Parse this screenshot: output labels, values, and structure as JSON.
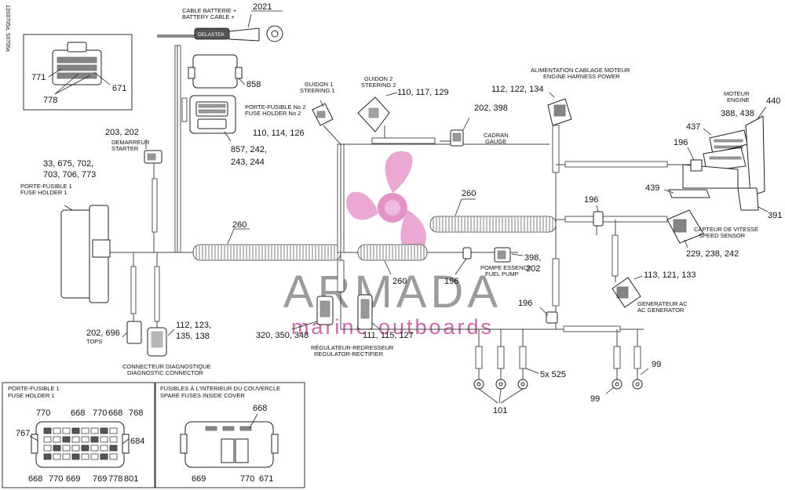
{
  "ref": "13S0705a, S0706a",
  "watermark": {
    "brand": "ARMADA",
    "tagline": "marine outboards",
    "pink": "#e07fbf",
    "gray": "#8a8a8a"
  },
  "labels": {
    "battery_fr": "CABLE BATTERIE +",
    "battery_en": "BATTERY CABLE +",
    "delastek": "DELASTEK",
    "fuse2_fr": "PORTE-FUSIBLE No 2",
    "fuse2_en": "FUSE HOLDER No 2",
    "guidon1_fr": "GUIDON 1",
    "guidon1_en": "STEERING 1",
    "guidon2_fr": "GUIDON 2",
    "guidon2_en": "STEERING 2",
    "cadran_fr": "CADRAN",
    "cadran_en": "GAUGE",
    "alim_fr": "ALIMENTATION CABLAGE MOTEUR",
    "alim_en": "ENGINE HARNESS POWER",
    "moteur_fr": "MOTEUR",
    "moteur_en": "ENGINE",
    "demarreur_fr": "DEMARREUR",
    "demarreur_en": "STARTER",
    "fuse1_fr": "PORTE-FUSIBLE 1",
    "fuse1_en": "FUSE HOLDER 1",
    "pompe_fr": "POMPE ESSENCE",
    "pompe_en": "FUEL PUMP",
    "capteur_fr": "CAPTEUR DE VITESSE",
    "capteur_en": "SPEED SENSOR",
    "gen_fr": "GENERATEUR AC",
    "gen_en": "AC GENERATOR",
    "tops": "TOPS",
    "diag_fr": "CONNECTEUR DIAGNOSTIQUE",
    "diag_en": "DIAGNOSTIC CONNECTOR",
    "reg_fr": "RÉGULATEUR-REDRESSEUR",
    "reg_en": "REGULATOR-RECTIFIER",
    "inset1_fr": "PORTE-FUSIBLE 1",
    "inset1_en": "FUSE HOLDER 1",
    "inset2_fr": "FUSIBLES À L'INTERIEUR DU COUVERCLE",
    "inset2_en": "SPARE FUSES INSIDE COVER"
  },
  "numbers": {
    "n2021": "2021",
    "n858": "858",
    "n857a": "857, 242,",
    "n857b": "243, 244",
    "n110_114": "110, 114, 126",
    "n110_117": "110, 117, 129",
    "n202_398": "202, 398",
    "n112_122": "112, 122, 134",
    "n440": "440",
    "n388": "388, 438",
    "n437": "437",
    "n196a": "196",
    "n439": "439",
    "n391": "391",
    "n196b": "196",
    "n229": "229, 238, 242",
    "n113": "113, 121, 133",
    "n196c": "196",
    "n5x525": "5x 525",
    "n99a": "99",
    "n99b": "99",
    "n101": "101",
    "n260a": "260",
    "n260b": "260",
    "n260c": "260",
    "n196d": "196",
    "n398b": "398,",
    "n202b": "202",
    "n203": "203, 202",
    "n33a": "33, 675, 702,",
    "n33b": "703, 706, 773",
    "n202_696": "202, 696",
    "n112_123a": "112, 123,",
    "n112_123b": "135, 138",
    "n320": "320, 350, 348",
    "n111": "111, 115, 127",
    "n771": "771",
    "n671a": "671",
    "n778a": "778",
    "i_770a": "770",
    "i_668a": "668",
    "i_770b": "770",
    "i_668b": "668",
    "i_768": "768",
    "i_767": "767",
    "i_684": "684",
    "i_668c": "668",
    "i_770c": "770",
    "i_669": "669",
    "i_769": "769",
    "i_778": "778",
    "i_801": "801",
    "j_668": "668",
    "j_669": "669",
    "j_770": "770",
    "j_671": "671"
  }
}
